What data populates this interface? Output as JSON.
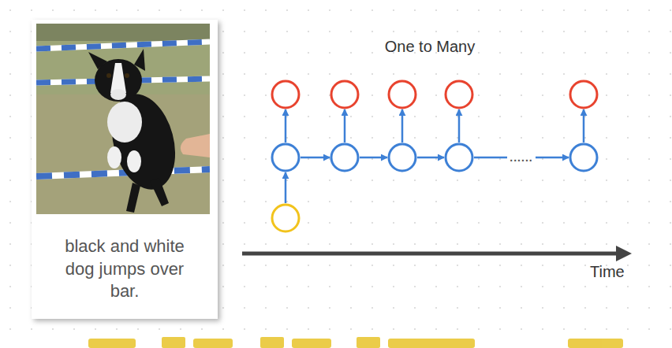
{
  "diagram": {
    "title": "One to Many",
    "nodes": [
      {
        "text": [
          "black and white dog jumps over bar."
        ]
      },
      {
        "text": []
      },
      {
        "text": []
      },
      {
        "text": []
      },
      {
        "text": []
      },
      {
        "text": []
      },
      {
        "text": []
      },
      {
        "text": []
      },
      {
        "text": []
      },
      {
        "text": []
      },
      {
        "text": []
      },
      {
        "text": []
      }
    ],
    "edges": [
      {
        "from": 1,
        "to": 2,
        "arrow": "to"
      },
      {
        "from": 2,
        "to": 7,
        "arrow": "to"
      },
      {
        "from": 2,
        "to": 3,
        "arrow": "to"
      },
      {
        "from": 3,
        "to": 8,
        "arrow": "to"
      },
      {
        "from": 3,
        "to": 4,
        "arrow": "to"
      },
      {
        "from": 4,
        "to": 9,
        "arrow": "to"
      },
      {
        "from": 4,
        "to": 5,
        "arrow": "to"
      },
      {
        "from": 5,
        "to": 10,
        "arrow": "to"
      },
      {
        "from": 5,
        "to": 6,
        "label": "......",
        "arrow": "to"
      },
      {
        "from": 6,
        "to": 11,
        "arrow": "to"
      }
    ],
    "labels": [
      "Time"
    ]
  }
}
